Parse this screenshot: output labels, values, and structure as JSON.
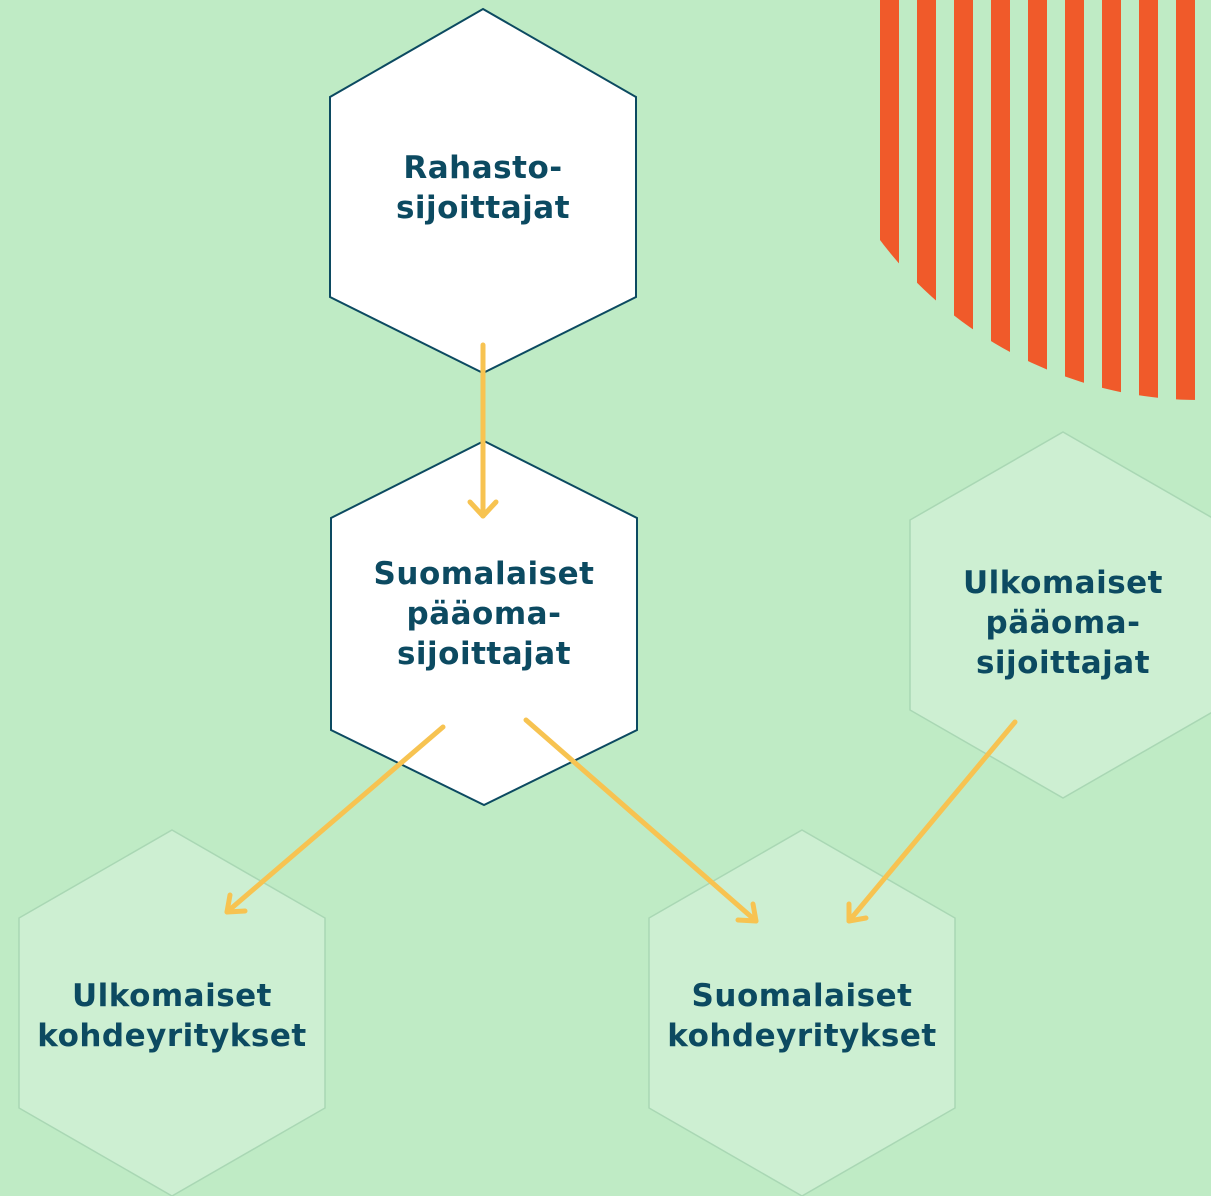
{
  "colors": {
    "background": "#bfebc5",
    "hex_primary_fill": "#ffffff",
    "hex_primary_stroke": "#0c4a61",
    "hex_secondary_fill": "#cdefd2",
    "hex_secondary_stroke": "#a9d7b4",
    "arrow": "#f7c351",
    "text": "#0c4a61",
    "decor_stripes": "#f05a2a"
  },
  "nodes": {
    "fund_investors": {
      "label": "Rahasto-\nsijoittajat"
    },
    "domestic_pe_investors": {
      "label": "Suomalaiset\npääoma-\nsijoittajat"
    },
    "foreign_pe_investors": {
      "label": "Ulkomaiset\npääoma-\nsijoittajat"
    },
    "foreign_targets": {
      "label": "Ulkomaiset\nkohdeyritykset"
    },
    "domestic_targets": {
      "label": "Suomalaiset\nkohdeyritykset"
    }
  },
  "edges": [
    {
      "from": "fund_investors",
      "to": "domestic_pe_investors"
    },
    {
      "from": "domestic_pe_investors",
      "to": "foreign_targets"
    },
    {
      "from": "domestic_pe_investors",
      "to": "domestic_targets"
    },
    {
      "from": "foreign_pe_investors",
      "to": "domestic_targets"
    }
  ]
}
